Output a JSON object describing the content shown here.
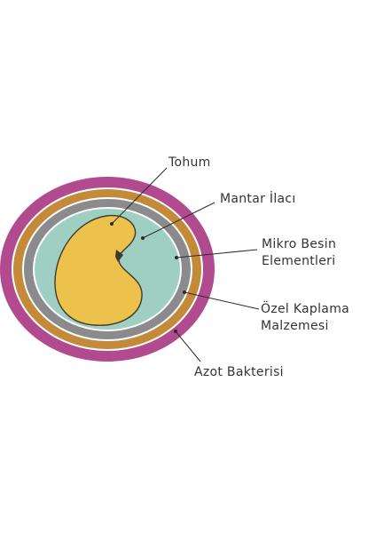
{
  "labels": {
    "seed": "Tohum",
    "fungicide": "Mantar İlacı",
    "micronutrients_line1": "Mikro Besin",
    "micronutrients_line2": "Elementleri",
    "coating_line1": "Özel Kaplama",
    "coating_line2": "Malzemesi",
    "bacteria": "Azot Bakterisi"
  },
  "colors": {
    "bacteria_ring": "#b14a8f",
    "coating_ring": "#c38a3a",
    "micronutrient_ring": "#8b8b8e",
    "fungicide_layer": "#9fcfc2",
    "seed": "#ecc24d",
    "seed_outline": "#3f3a2a",
    "leader_line": "#2b2b2b",
    "text": "#333333"
  }
}
